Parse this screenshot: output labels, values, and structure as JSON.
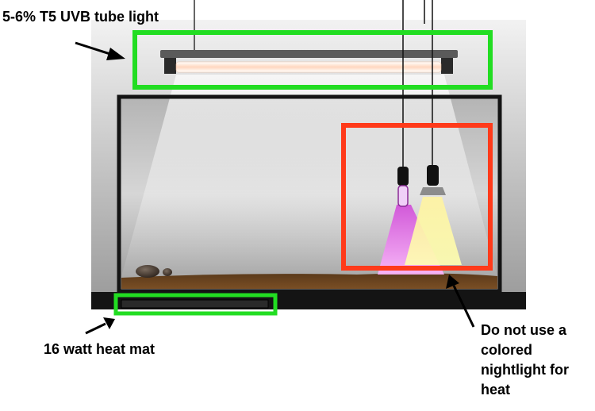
{
  "labels": {
    "uvb_tube": "5-6% T5 UVB tube light",
    "heat_mat": "16 watt heat mat",
    "nightlight_note": [
      "Do not use a",
      "colored",
      "nightlight for",
      "heat"
    ]
  },
  "colors": {
    "highlight_good": "#22dd22",
    "highlight_bad": "#ff3a1a",
    "substrate": "#6b4420",
    "tank_frame": "#141414"
  }
}
